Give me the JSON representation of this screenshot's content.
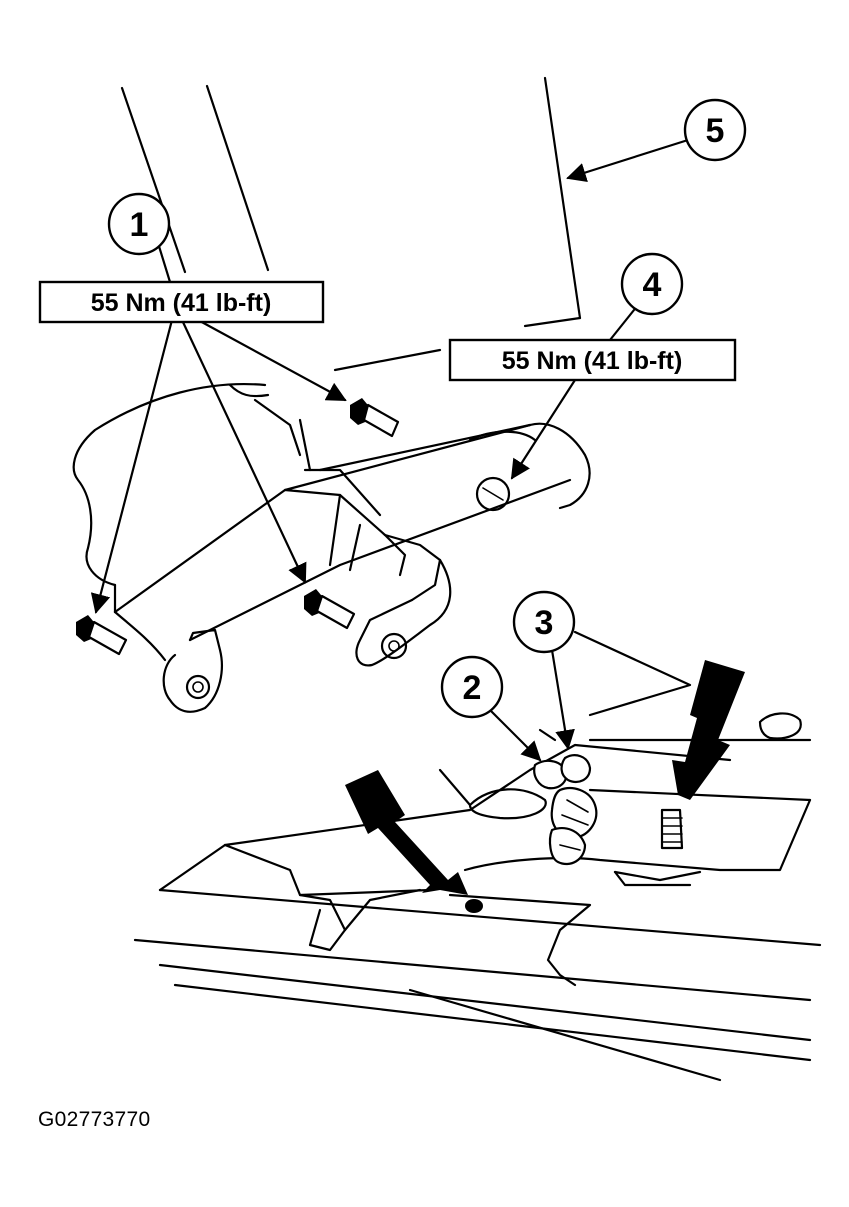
{
  "callouts": [
    {
      "id": "1",
      "label": "1"
    },
    {
      "id": "2",
      "label": "2"
    },
    {
      "id": "3",
      "label": "3"
    },
    {
      "id": "4",
      "label": "4"
    },
    {
      "id": "5",
      "label": "5"
    }
  ],
  "torque_labels": {
    "upper_left": "55 Nm (41 lb-ft)",
    "middle_right": "55 Nm (41 lb-ft)"
  },
  "figure_id": "G02773770",
  "colors": {
    "line": "#000000",
    "background": "#ffffff"
  }
}
